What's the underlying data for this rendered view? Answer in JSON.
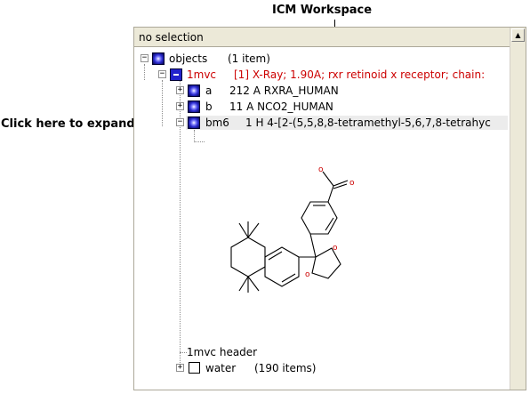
{
  "callouts": {
    "workspace": "ICM Workspace",
    "expand": "Click here to expand"
  },
  "panel": {
    "header": "no selection"
  },
  "tree": {
    "objects": {
      "name": "objects",
      "info": "(1 item)"
    },
    "mvc": {
      "name": "1mvc",
      "info": "[1] X-Ray; 1.90A;  rxr retinoid x receptor; chain:"
    },
    "chain_a": {
      "name": "a",
      "info": "212 A RXRA_HUMAN"
    },
    "chain_b": {
      "name": "b",
      "info": "11 A NCO2_HUMAN"
    },
    "bm6": {
      "name": "bm6",
      "info": "1 H  4-[2-(5,5,8,8-tetramethyl-5,6,7,8-tetrahyc"
    },
    "header_item": {
      "name": "1mvc header"
    },
    "water": {
      "name": "water",
      "info": "(190 items)"
    }
  },
  "molecule": {
    "atom_labels": {
      "o1": "o",
      "o2": "o",
      "o3": "o",
      "o4": "o"
    }
  },
  "icons": {
    "object": "blue-sphere-icon",
    "expander_plus": "plus-expander-icon",
    "expander_minus": "minus-expander-icon",
    "scroll_up": "scroll-up-arrow-icon"
  },
  "colors": {
    "highlight_text": "#cc0000",
    "panel_bg": "#ece9d8"
  }
}
